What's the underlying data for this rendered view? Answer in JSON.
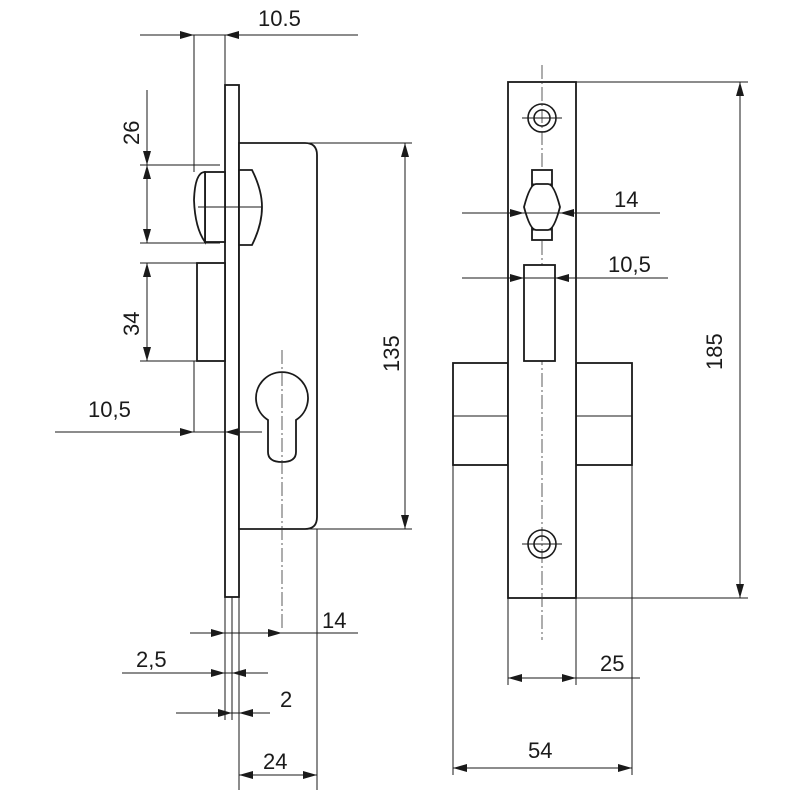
{
  "drawing": {
    "side_view": {
      "dim_front_plate": "10.5",
      "dim_latch": "26",
      "dim_bolt": "34",
      "dim_body_height": "135",
      "dim_backset": "10,5",
      "dim_cylinder_offset": "14",
      "dim_plate_thickness": "2,5",
      "dim_gap": "2",
      "dim_body_depth": "24"
    },
    "front_view": {
      "dim_latch_width": "14",
      "dim_bolt_width": "10,5",
      "dim_plate_height": "185",
      "dim_plate_width": "25",
      "dim_bolt_throw": "54"
    }
  }
}
